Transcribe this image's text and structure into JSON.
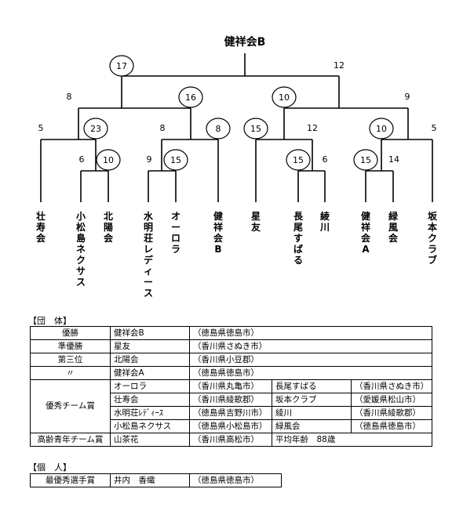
{
  "title": "健祥会B",
  "bracket": {
    "top_score": "17",
    "top_right_score": "12",
    "left_pair": {
      "outer": "8",
      "circle": "16"
    },
    "right_pair": {
      "circle": "10",
      "outer": "9"
    },
    "g1": {
      "left": "5",
      "circle": "23"
    },
    "g2": {
      "left": "8",
      "circle": "8"
    },
    "g3": {
      "circle": "15",
      "right": "12"
    },
    "g4": {
      "circle": "10",
      "right": "5"
    },
    "s1": {
      "left": "6",
      "circle": "10"
    },
    "s2": {
      "left": "9",
      "circle": "15"
    },
    "s3": {
      "circle": "15",
      "right": "6"
    },
    "s4": {
      "circle": "15",
      "right": "14"
    },
    "teams": [
      "壮寿会",
      "小松島ネクサス",
      "北陽会",
      "水明荘レディース",
      "オーロラ",
      "健祥会B",
      "星友",
      "長尾すばる",
      "綾川",
      "健祥会A",
      "緑風会",
      "坂本クラブ"
    ]
  },
  "team_section_label": "【団　体】",
  "team_rows": [
    {
      "cat": "優勝",
      "name": "健祥会B",
      "place": "（徳島県徳島市）"
    },
    {
      "cat": "準優勝",
      "name": "星友",
      "place": "（香川県さぬき市）"
    },
    {
      "cat": "第三位",
      "name": "北陽会",
      "place": "（香川県小豆郡）"
    },
    {
      "cat": "〃",
      "name": "健祥会A",
      "place": "（徳島県徳島市）"
    }
  ],
  "excellence_label": "優秀チーム賞",
  "excellence_rows": [
    {
      "n1": "オーロラ",
      "p1": "（香川県丸亀市）",
      "n2": "長尾すばる",
      "p2": "（香川県さぬき市）"
    },
    {
      "n1": "壮寿会",
      "p1": "（香川県綾歌郡）",
      "n2": "坂本クラブ",
      "p2": "（愛媛県松山市）"
    },
    {
      "n1": "水明荘ﾚﾃﾞｨｰｽ",
      "p1": "（徳島県吉野川市）",
      "n2": "綾川",
      "p2": "（香川県綾歌郡）"
    },
    {
      "n1": "小松島ネクサス",
      "p1": "（徳島県小松島市）",
      "n2": "緑風会",
      "p2": "（徳島県徳島市）"
    }
  ],
  "senior": {
    "cat": "高齢青年チーム賞",
    "name": "山茶花",
    "place": "（香川県高松市）",
    "note": "平均年齢　88歳"
  },
  "individual_label": "【個　人】",
  "individual": {
    "cat": "最優秀選手賞",
    "name": "井内　香織",
    "place": "（徳島県徳島市）"
  }
}
